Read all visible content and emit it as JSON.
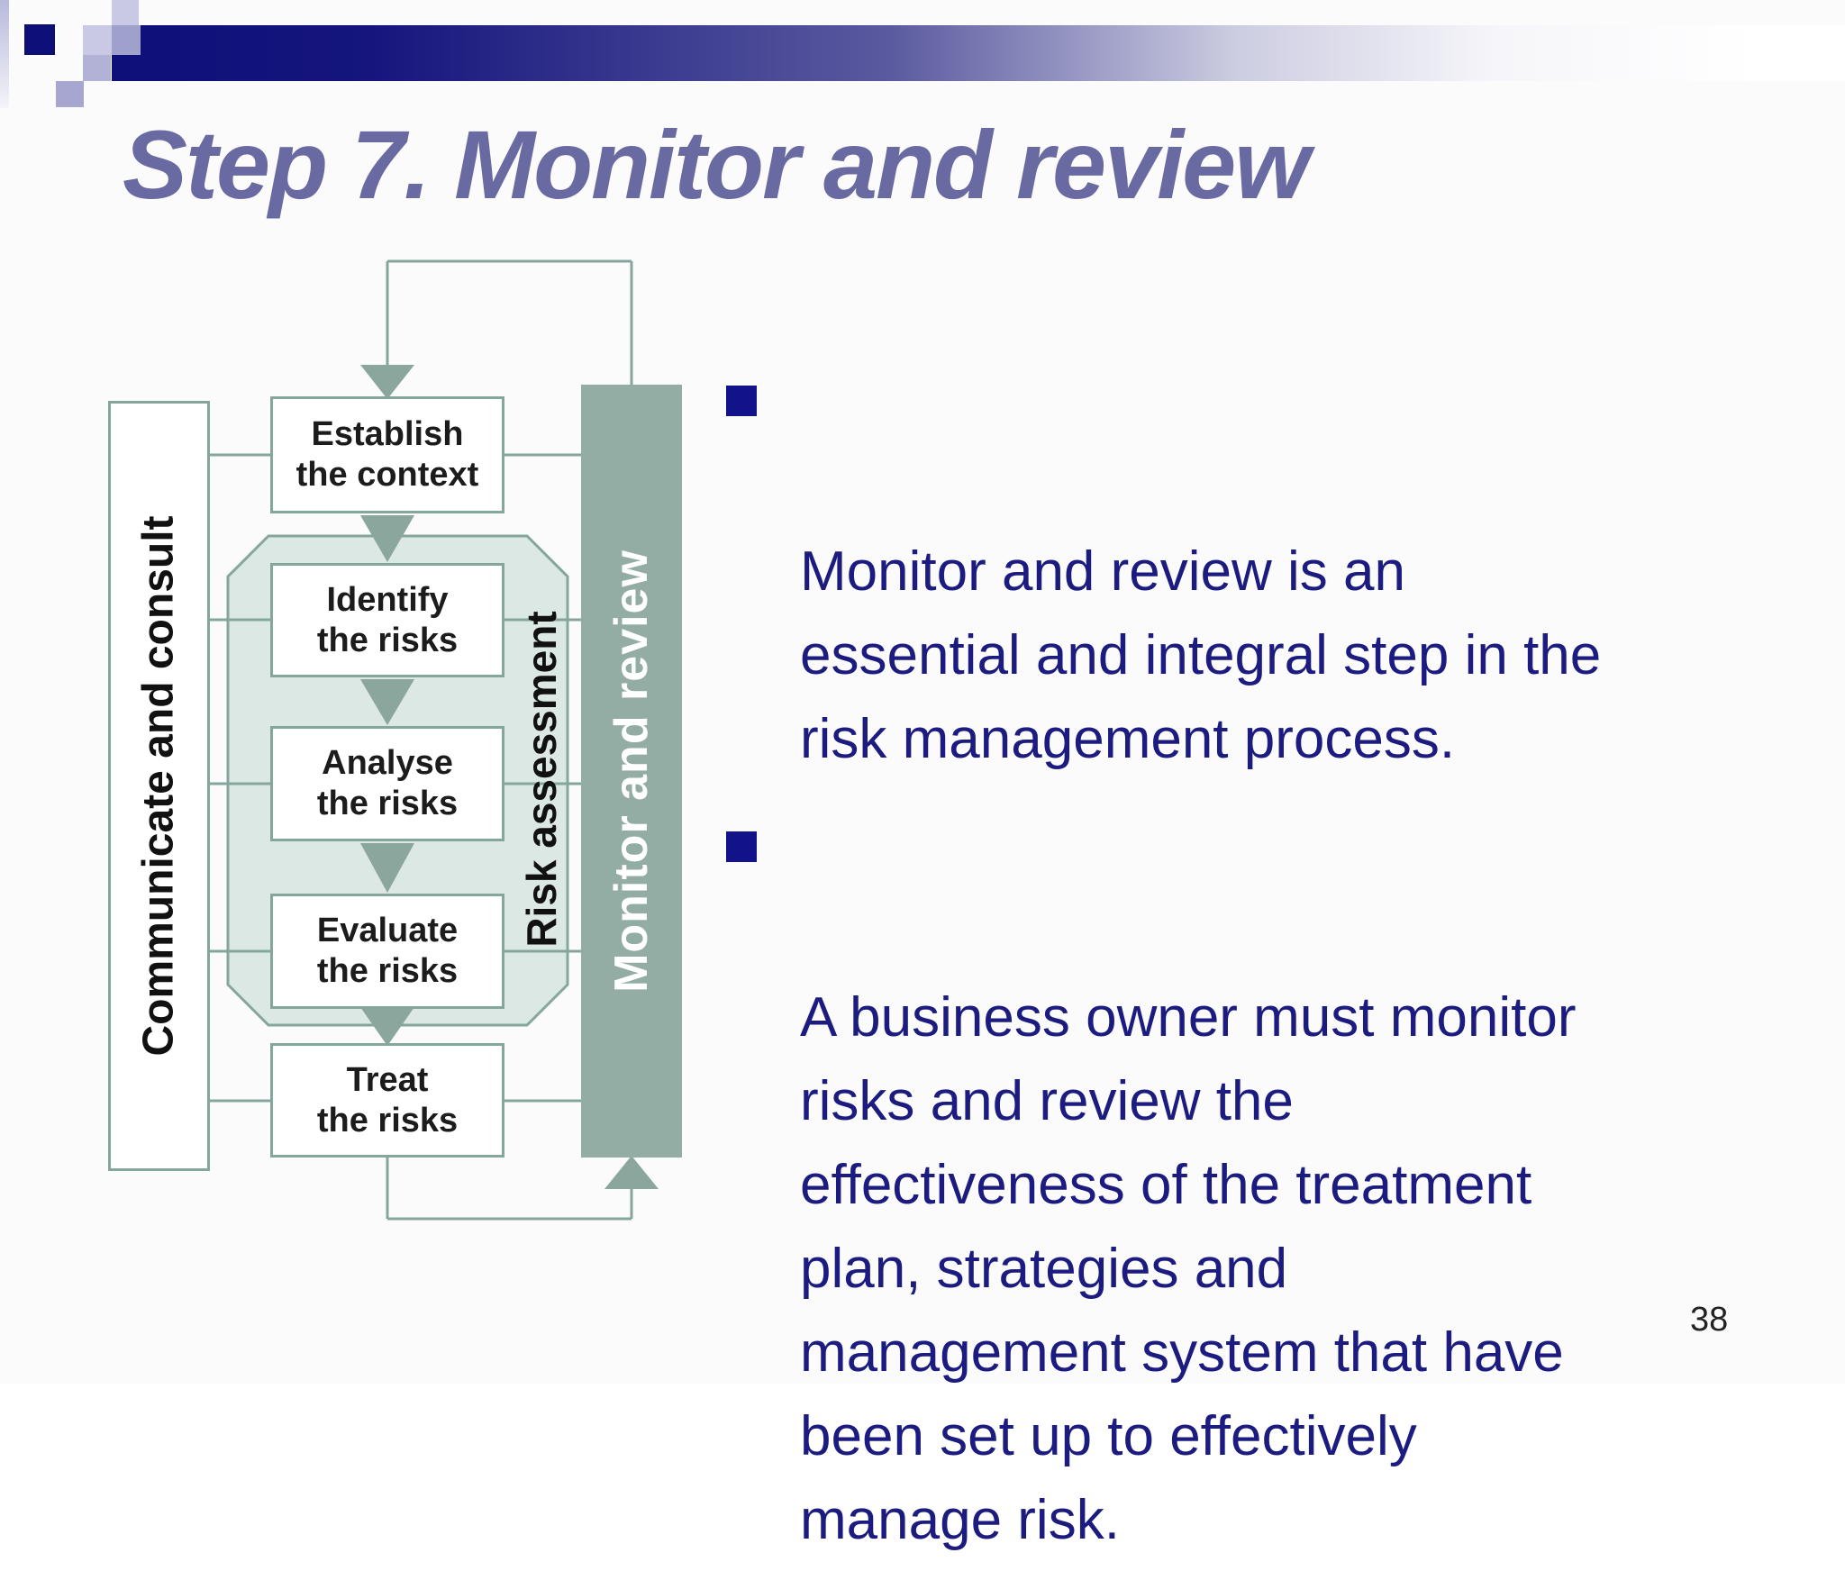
{
  "slide": {
    "title": "Step 7. Monitor and review",
    "page_number": "38",
    "accent_colors": {
      "title_text": "#6a6aa2",
      "body_text": "#1c1c80",
      "bullet_marker": "#12128a",
      "top_bar_navy": "#0f0f7a",
      "diagram_border_teal": "#84a69d",
      "monitor_bar_fill": "#93aca4",
      "risk_group_fill": "#dce8e3"
    }
  },
  "bullets": [
    {
      "text": "Monitor and review is an\nessential and integral step in the\nrisk management process."
    },
    {
      "text": "A business owner must monitor\nrisks and review the\neffectiveness of the treatment\nplan, strategies and\nmanagement system that have\nbeen set up to effectively\nmanage risk."
    }
  ],
  "diagram": {
    "boxes": [
      {
        "label": "Establish\nthe context"
      },
      {
        "label": "Identify\nthe risks"
      },
      {
        "label": "Analyse\nthe risks"
      },
      {
        "label": "Evaluate\nthe risks"
      },
      {
        "label": "Treat\nthe risks"
      }
    ],
    "left_rail_label": "Communicate and consult",
    "group_label": "Risk assessment",
    "right_rail_label": "Monitor and review"
  }
}
